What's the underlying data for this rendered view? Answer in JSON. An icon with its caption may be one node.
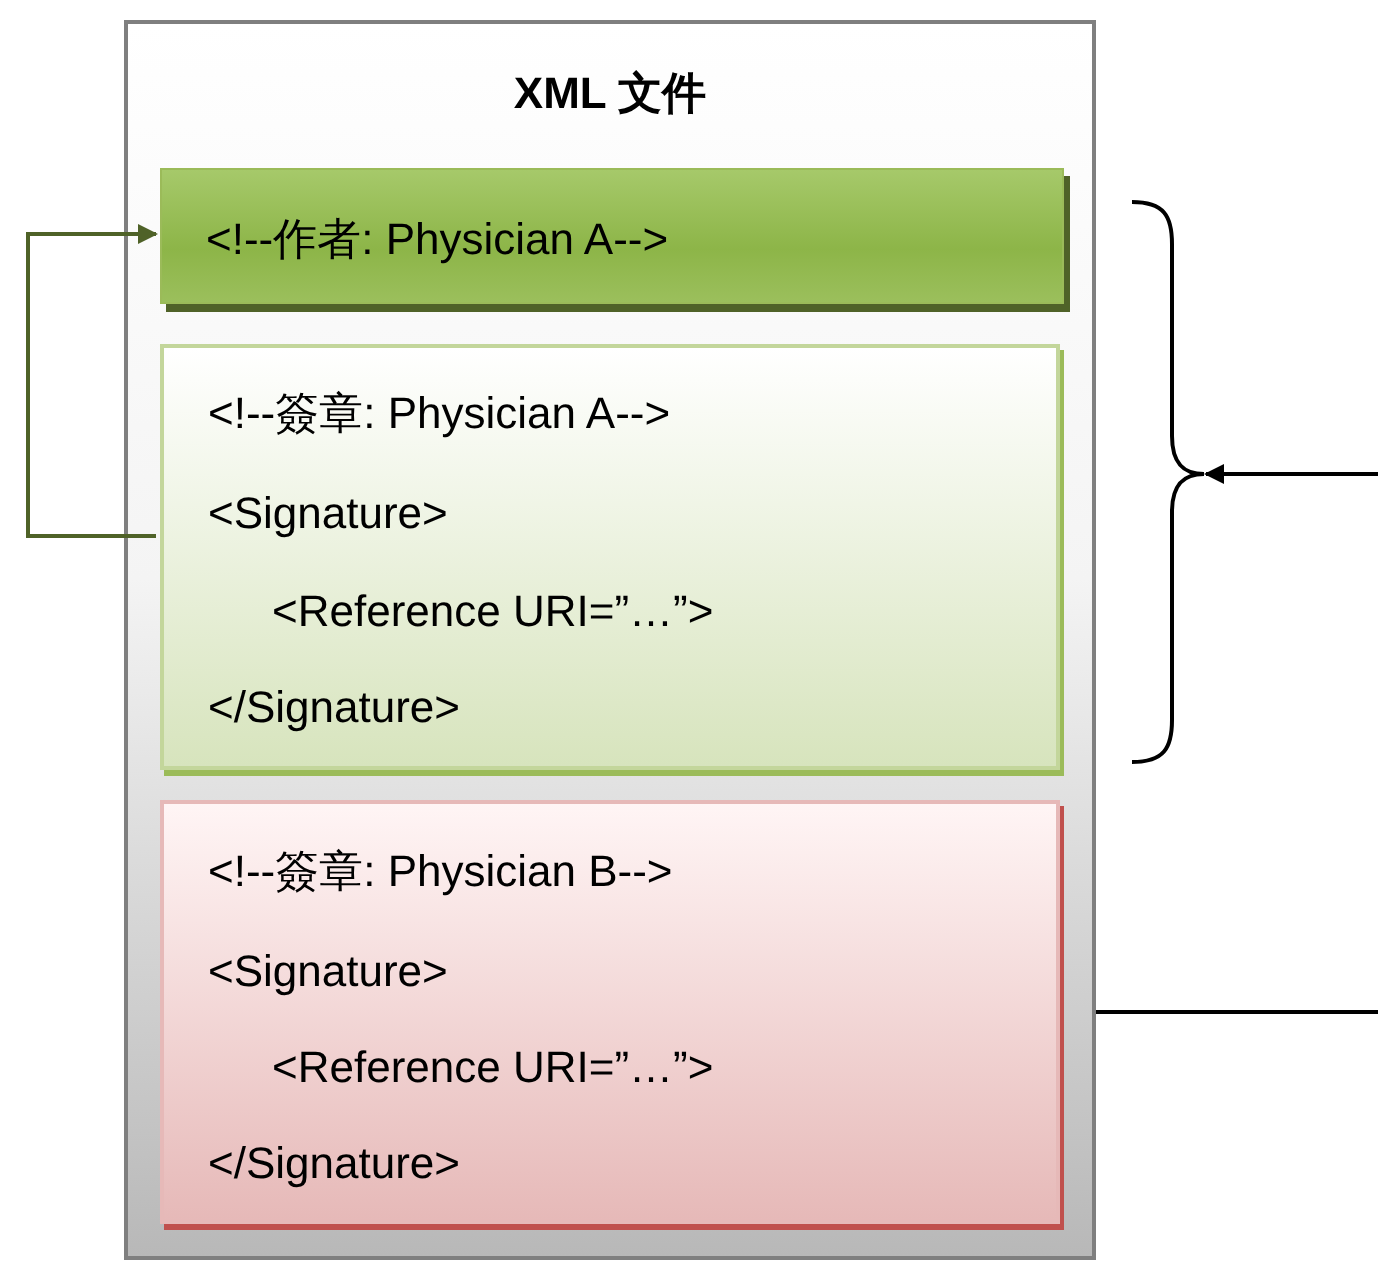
{
  "diagram": {
    "nodes": [
      {
        "text": [
          "XML 文件"
        ]
      },
      {
        "text": [
          "<!--作者: Physician A-->"
        ],
        "in": 0
      },
      {
        "text": [
          "<!--簽章: Physician A-->",
          "<Signature>",
          "<Reference URI=”…”>",
          "</Signature>"
        ],
        "in": 0
      },
      {
        "text": [
          "<!--簽章: Physician B-->",
          "<Signature>",
          "<Reference URI=”…”>",
          "</Signature>"
        ],
        "in": 0
      },
      {
        "text": [],
        "shape": "brace"
      }
    ],
    "edges": [
      {
        "from": 2,
        "to": 1,
        "arrow": "to",
        "color": "#4f6228"
      },
      {
        "from": null,
        "to": 4,
        "arrow": "to"
      },
      {
        "from": null,
        "to": 0,
        "arrow": "none"
      }
    ]
  }
}
